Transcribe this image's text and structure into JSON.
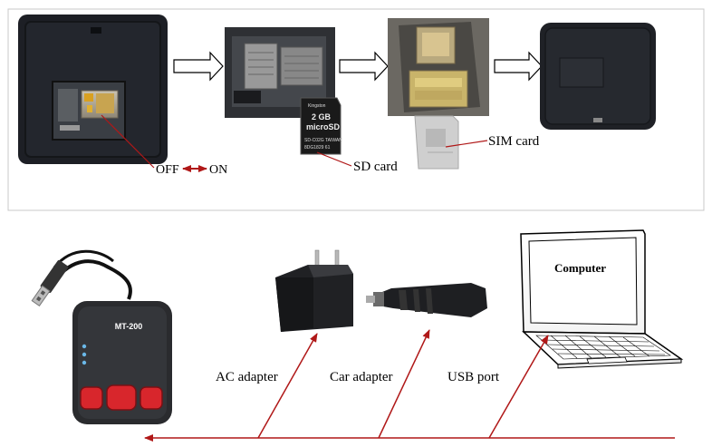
{
  "installation": {
    "switch_off_label": "OFF",
    "switch_on_label": "ON",
    "sd_card_label": "SD card",
    "sim_card_label": "SIM card"
  },
  "sd_card": {
    "brand": "Kingston",
    "capacity": "2 GB",
    "format": "microSD",
    "codes": "SD-C02G TAIWAN",
    "serial": "8DG1829 61"
  },
  "device": {
    "model": "MT-200"
  },
  "charging": {
    "ac_adapter_label": "AC adapter",
    "car_adapter_label": "Car adapter",
    "usb_port_label": "USB port",
    "computer_label": "Computer"
  },
  "colors": {
    "arrow_red": "#b01818",
    "device_body": "#2a2b2e",
    "button_red": "#d8262c"
  }
}
